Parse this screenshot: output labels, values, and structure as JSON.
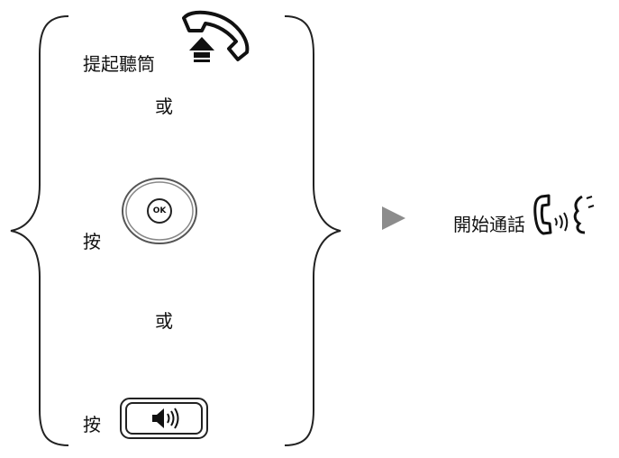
{
  "steps": {
    "lift_handset": "提起聽筒",
    "or_1": "或",
    "press_ok": "按",
    "ok_key_label": "OK",
    "or_2": "或",
    "press_speaker": "按"
  },
  "result": {
    "start_call": "開始通話"
  },
  "icons": {
    "handset_lift": "handset-lift-icon",
    "ok_key": "ok-key-icon",
    "speaker_key": "speaker-key-icon",
    "arrow": "play-arrow-icon",
    "talking": "talking-phone-icon"
  },
  "colors": {
    "line": "#222222",
    "arrow": "#8c8c8c",
    "key_ring": "#555555"
  }
}
